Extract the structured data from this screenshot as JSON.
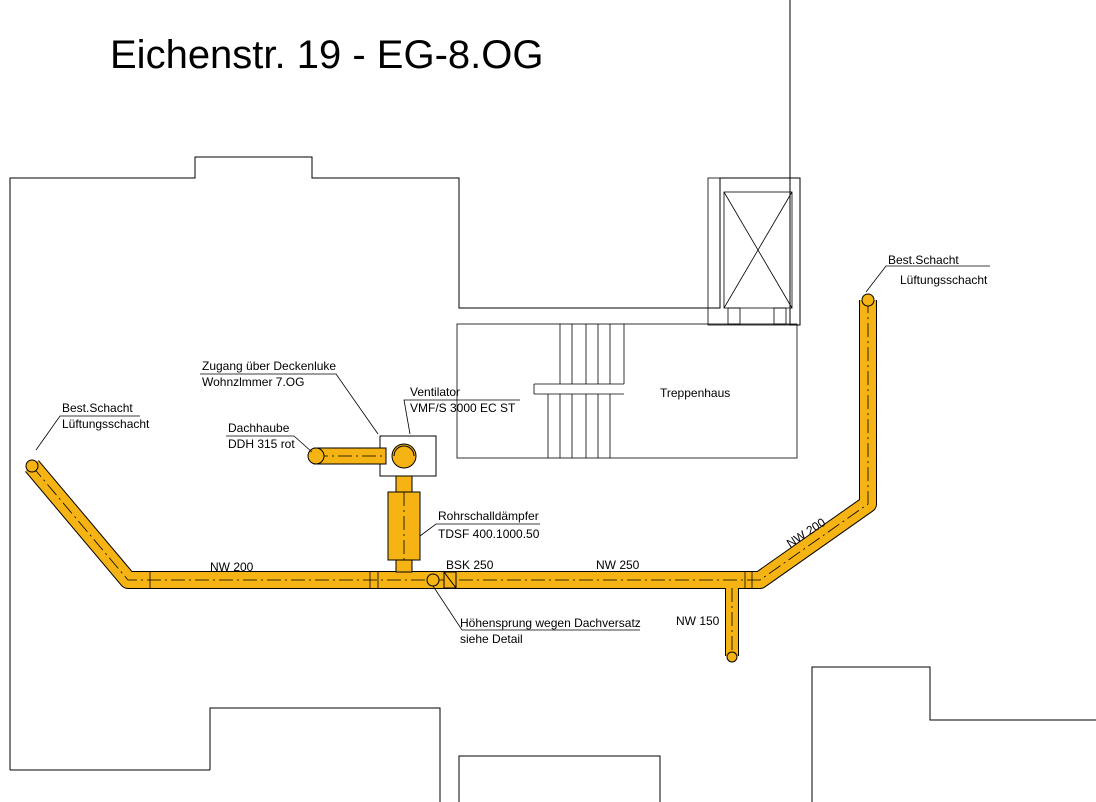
{
  "title": "Eichenstr. 19 - EG-8.OG",
  "labels": {
    "shaft_left_1": "Best.Schacht",
    "shaft_left_2": "Lüftungsschacht",
    "shaft_right_1": "Best.Schacht",
    "shaft_right_2": "Lüftungsschacht",
    "access_1": "Zugang über Deckenluke",
    "access_2": "Wohnzlmmer 7.OG",
    "fan_1": "Ventilator",
    "fan_2": "VMF/S 3000 EC ST",
    "hood_1": "Dachhaube",
    "hood_2": "DDH 315 rot",
    "silencer_1": "Rohrschalldämpfer",
    "silencer_2": "TDSF 400.1000.50",
    "stairwell": "Treppenhaus",
    "nw200_left": "NW 200",
    "bsk": "BSK 250",
    "nw250": "NW 250",
    "nw200_right": "NW 200",
    "nw150": "NW 150",
    "jump_1": "Höhensprung wegen Dachversatz",
    "jump_2": "siehe Detail"
  },
  "colors": {
    "duct": "#f5b314",
    "line": "#000000"
  }
}
